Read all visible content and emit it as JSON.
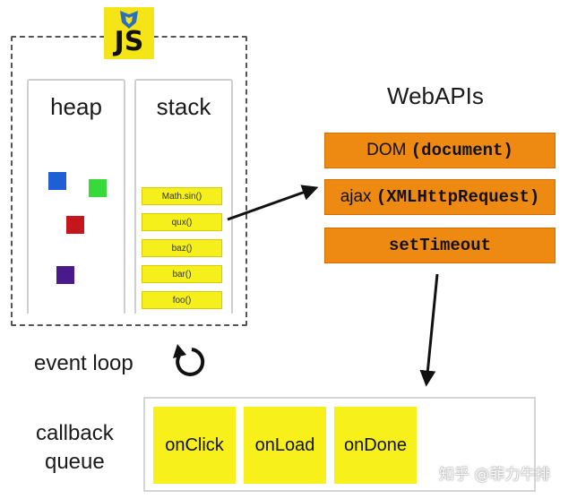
{
  "js_logo": "JS",
  "heap": {
    "title": "heap"
  },
  "stack": {
    "title": "stack",
    "frames": [
      "Math.sin()",
      "qux()",
      "baz()",
      "bar()",
      "foo()"
    ]
  },
  "webapis": {
    "title": "WebAPIs",
    "items": [
      {
        "prefix": "DOM ",
        "code": "(document)"
      },
      {
        "prefix": "ajax ",
        "code": "(XMLHttpRequest)"
      },
      {
        "prefix": "",
        "code": "setTimeout"
      }
    ]
  },
  "event_loop": {
    "label": "event loop"
  },
  "callback_queue": {
    "label_line1": "callback",
    "label_line2": "queue",
    "items": [
      "onClick",
      "onLoad",
      "onDone"
    ]
  },
  "watermark": "知乎 @菲力牛排",
  "colors": {
    "js_yellow": "#f5e416",
    "frame_yellow": "#f5ef1c",
    "api_orange": "#ee8a12",
    "heap_blue": "#1f5fd6",
    "heap_green": "#38d93a",
    "heap_red": "#c4161c",
    "heap_purple": "#4a1a8c"
  }
}
